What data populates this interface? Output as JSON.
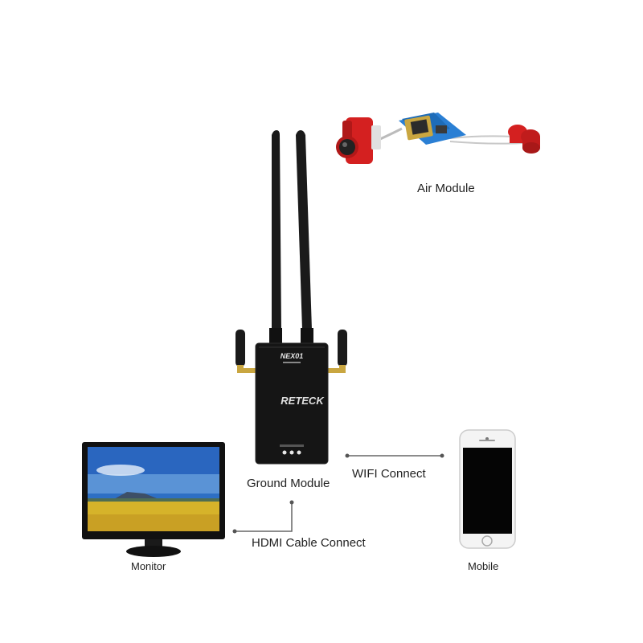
{
  "diagram": {
    "labels": {
      "air_module": "Air Module",
      "ground_module": "Ground Module",
      "wifi_connect": "WIFI Connect",
      "hdmi_connect": "HDMI Cable Connect",
      "monitor": "Monitor",
      "mobile": "Mobile"
    },
    "device_text": {
      "ground_model": "NEX01",
      "ground_brand": "RETECK"
    },
    "colors": {
      "connector_line": "#666666",
      "device_body": "#151515",
      "antenna": "#1a1a1a",
      "air_antenna": "#d42020",
      "pcb_blue": "#2a7fd4",
      "led": "#e8e8e8"
    }
  }
}
